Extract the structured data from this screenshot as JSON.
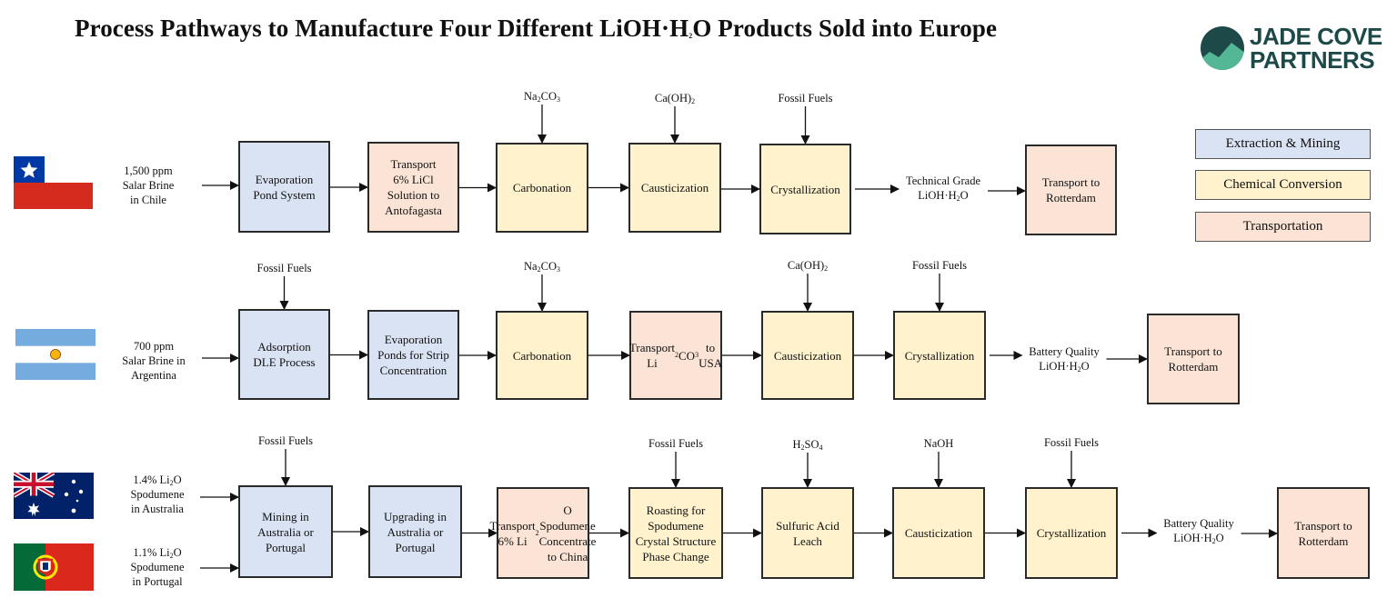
{
  "title": "Process Pathways to Manufacture Four Different LiOH·H₂O Products Sold into Europe",
  "brand": {
    "line1": "JADE COVE",
    "line2": "PARTNERS",
    "color_dark": "#1d4a49",
    "color_light": "#53b796"
  },
  "colors": {
    "extraction": "#dae3f3",
    "chemical": "#fff2cc",
    "transport": "#fbe4d5",
    "border": "#2a2a2a"
  },
  "legend": [
    {
      "label": "Extraction & Mining",
      "category": "extraction"
    },
    {
      "label": "Chemical Conversion",
      "category": "chemical"
    },
    {
      "label": "Transportation",
      "category": "transport"
    }
  ],
  "flags": [
    {
      "country": "chile",
      "icon": "chile-flag-icon"
    },
    {
      "country": "argentina",
      "icon": "argentina-flag-icon"
    },
    {
      "country": "australia",
      "icon": "australia-flag-icon"
    },
    {
      "country": "portugal",
      "icon": "portugal-flag-icon"
    }
  ],
  "pathways": [
    {
      "sources": [
        "1,500 ppm\nSalar Brine\nin Chile"
      ],
      "steps": [
        {
          "label": "Evaporation\nPond System",
          "category": "extraction",
          "input": ""
        },
        {
          "label": "Transport\n6% LiCl\nSolution to\nAntofagasta",
          "category": "transport",
          "input": ""
        },
        {
          "label": "Carbonation",
          "category": "chemical",
          "input": "Na_2CO_3"
        },
        {
          "label": "Causticization",
          "category": "chemical",
          "input": "Ca(OH)_2"
        },
        {
          "label": "Crystallization",
          "category": "chemical",
          "input": "Fossil Fuels"
        }
      ],
      "product": "Technical Grade\nLiOH·H_2O",
      "final": {
        "label": "Transport to\nRotterdam",
        "category": "transport"
      }
    },
    {
      "sources": [
        "700 ppm\nSalar Brine in\nArgentina"
      ],
      "steps": [
        {
          "label": "Adsorption\nDLE Process",
          "category": "extraction",
          "input": "Fossil Fuels"
        },
        {
          "label": "Evaporation\nPonds for Strip\nConcentration",
          "category": "extraction",
          "input": ""
        },
        {
          "label": "Carbonation",
          "category": "chemical",
          "input": "Na_2CO_3"
        },
        {
          "label": "Transport\nLi_2CO_3 to USA",
          "category": "transport",
          "input": ""
        },
        {
          "label": "Causticization",
          "category": "chemical",
          "input": "Ca(OH)_2"
        },
        {
          "label": "Crystallization",
          "category": "chemical",
          "input": "Fossil Fuels"
        }
      ],
      "product": "Battery Quality\nLiOH·H_2O",
      "final": {
        "label": "Transport to\nRotterdam",
        "category": "transport"
      }
    },
    {
      "sources": [
        "1.4% Li_2O\nSpodumene\nin Australia",
        "1.1% Li_2O\nSpodumene\nin Portugal"
      ],
      "steps": [
        {
          "label": "Mining in\nAustralia or\nPortugal",
          "category": "extraction",
          "input": "Fossil Fuels"
        },
        {
          "label": "Upgrading in\nAustralia or\nPortugal",
          "category": "extraction",
          "input": ""
        },
        {
          "label": "Transport\n6% Li_2O\nSpodumene\nConcentrate\nto China",
          "category": "transport",
          "input": ""
        },
        {
          "label": "Roasting for\nSpodumene\nCrystal Structure\nPhase Change",
          "category": "chemical",
          "input": "Fossil Fuels"
        },
        {
          "label": "Sulfuric Acid\nLeach",
          "category": "chemical",
          "input": "H_2SO_4"
        },
        {
          "label": "Causticization",
          "category": "chemical",
          "input": "NaOH"
        },
        {
          "label": "Crystallization",
          "category": "chemical",
          "input": "Fossil Fuels"
        }
      ],
      "product": "Battery Quality\nLiOH·H_2O",
      "final": {
        "label": "Transport to\nRotterdam",
        "category": "transport"
      }
    }
  ]
}
